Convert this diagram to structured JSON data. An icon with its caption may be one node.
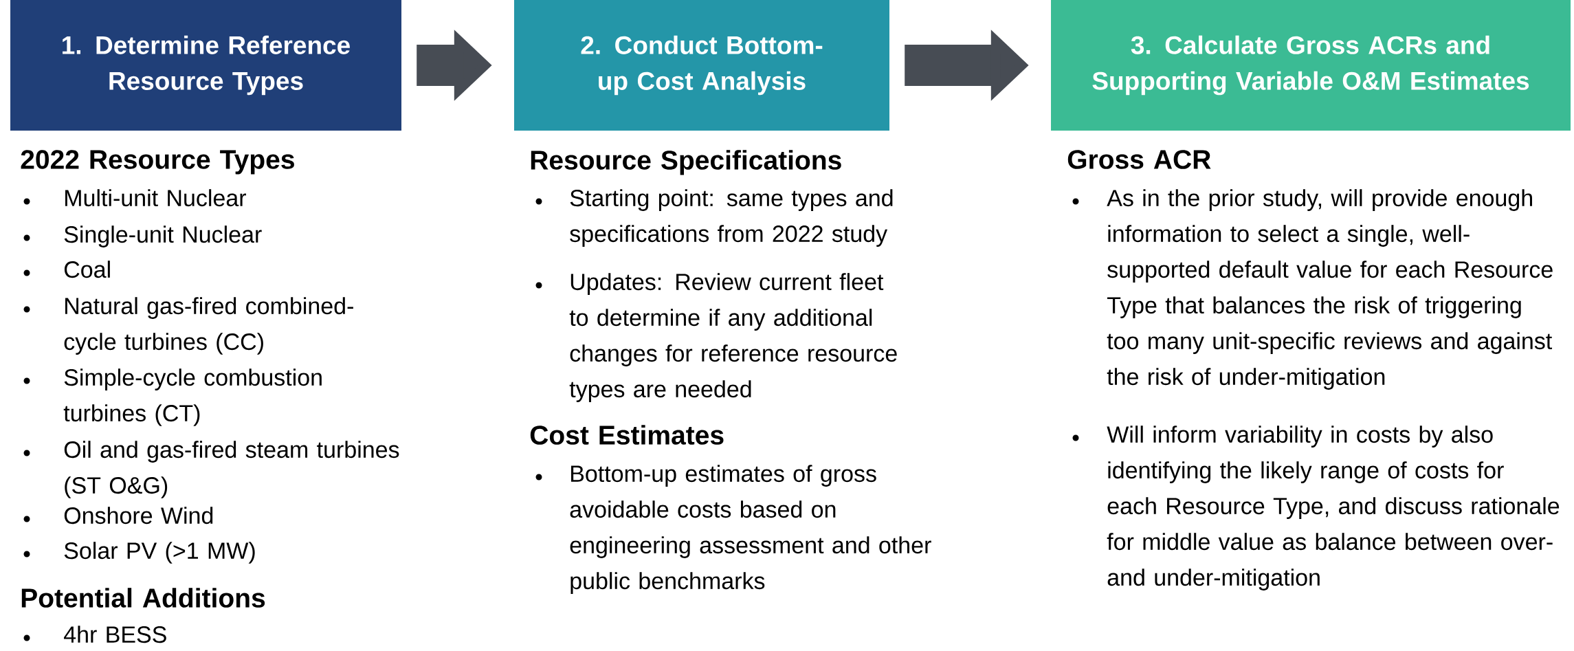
{
  "diagram": {
    "nodes": [
      {
        "text": [
          "1. Determine Reference Resource Types"
        ]
      },
      {
        "text": [
          "2. Conduct Bottom-up Cost Analysis"
        ]
      },
      {
        "text": [
          "3. Calculate Gross ACRs and Supporting Variable O&M Estimates"
        ]
      }
    ],
    "edges": [
      {
        "from": 0,
        "to": 1,
        "arrow": "to"
      },
      {
        "from": 1,
        "to": 2,
        "arrow": "to"
      }
    ],
    "labels": [
      "2022 Resource Types",
      "Multi-unit Nuclear",
      "Single-unit Nuclear",
      "Coal",
      "Natural gas-fired combined-cycle turbines (CC)",
      "Simple-cycle combustion turbines (CT)",
      "Oil and gas-fired steam turbines (ST O&G)",
      "Onshore Wind",
      "Solar PV (>1 MW)",
      "Potential Additions",
      "4hr BESS",
      "Resource Specifications",
      "Starting point: same types and specifications from 2022 study",
      "Updates: Review current fleet to determine if any additional changes for reference resource types are needed",
      "Cost Estimates",
      "Bottom-up estimates of gross avoidable costs based on engineering assessment and other public benchmarks",
      "Gross ACR",
      "As in the prior study, will provide enough information to select a single, well-supported default value for each Resource Type that balances the risk of triggering too many unit-specific reviews and against the risk of under-mitigation",
      "Will inform variability in costs by also identifying the likely range of costs for each Resource Type, and discuss rationale for middle value as balance between over- and under-mitigation"
    ]
  }
}
